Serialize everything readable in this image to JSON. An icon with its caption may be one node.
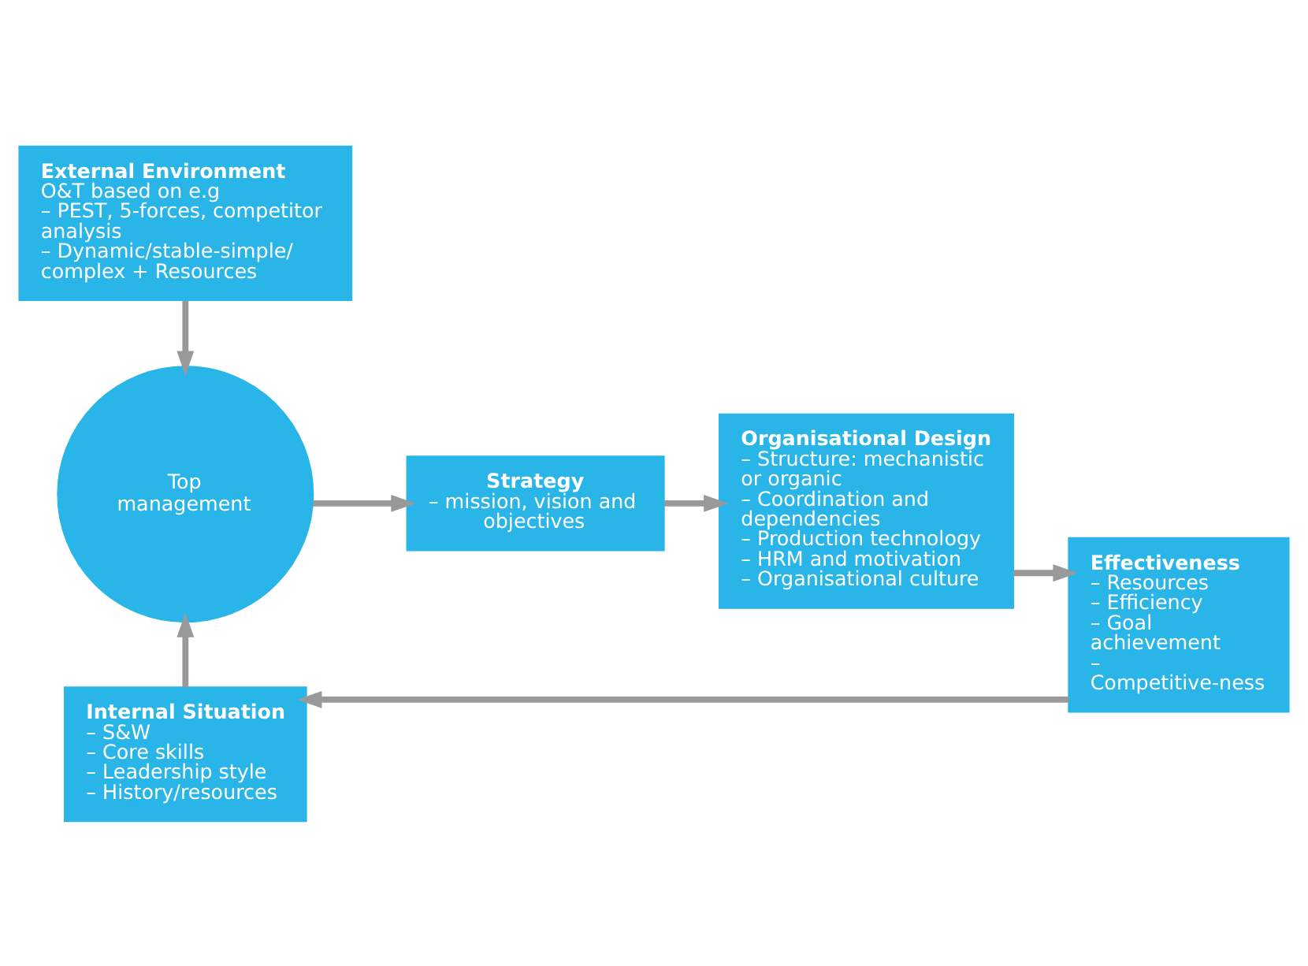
{
  "diagram": {
    "nodes": [
      {
        "text": [
          "External Environment",
          "O&T based on e.g",
          "– PEST, 5-forces, competitor analysis",
          "– Dynamic/stable-simple/ complex + Resources"
        ]
      },
      {
        "text": [
          "Top management"
        ]
      },
      {
        "text": [
          "Strategy",
          "– mission, vision and objectives"
        ]
      },
      {
        "text": [
          "Organisational Design",
          "– Structure: mechanistic or organic",
          "– Coordination and dependencies",
          "– Production technology",
          "– HRM and motivation",
          "– Organisational culture"
        ]
      },
      {
        "text": [
          "Effectiveness",
          "– Resources",
          "– Efficiency",
          "– Goal achievement",
          "– Competitive-ness"
        ]
      },
      {
        "text": [
          "Internal Situation",
          "– S&W",
          "– Core skills",
          "– Leadership style",
          "– History/resources"
        ]
      }
    ],
    "edges": [
      {
        "from": 0,
        "to": 1,
        "arrow": "to"
      },
      {
        "from": 5,
        "to": 1,
        "arrow": "to"
      },
      {
        "from": 1,
        "to": 2,
        "arrow": "to"
      },
      {
        "from": 2,
        "to": 3,
        "arrow": "to"
      },
      {
        "from": 3,
        "to": 4,
        "arrow": "to"
      },
      {
        "from": 4,
        "to": 5,
        "arrow": "to"
      }
    ]
  }
}
